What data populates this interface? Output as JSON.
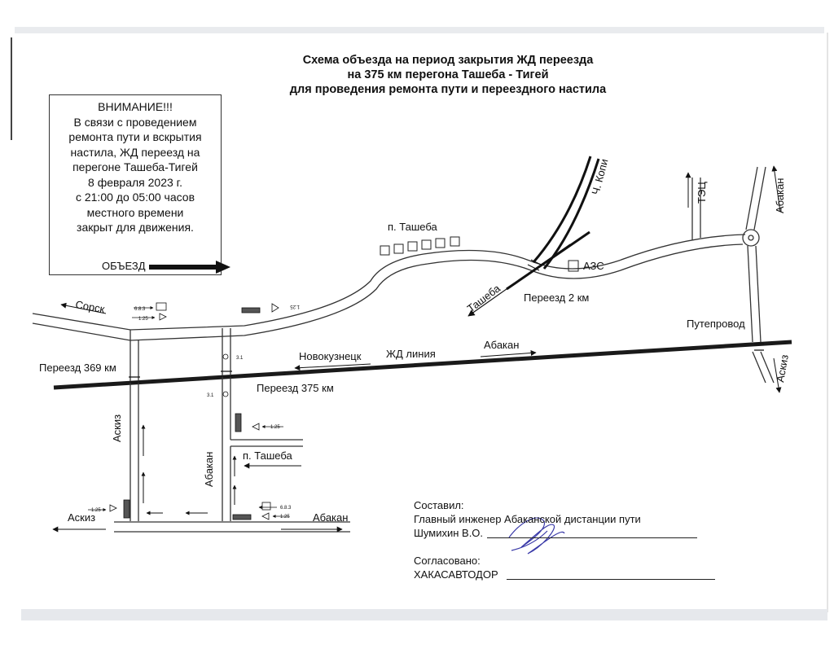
{
  "title": {
    "line1": "Схема объезда на период закрытия ЖД переезда",
    "line2": "на 375 км перегона Ташеба - Тигей",
    "line3": "для проведения ремонта пути и переездного настила"
  },
  "notice": {
    "lines": [
      "ВНИМАНИЕ!!!",
      "В связи с проведением",
      "ремонта пути и вскрытия",
      "настила, ЖД переезд на",
      "перегоне  Ташеба-Тигей",
      "8 февраля 2023 г.",
      "с 21:00 до 05:00 часов",
      "местного времени",
      "закрыт для движения."
    ],
    "bypass": "ОБЪЕЗД"
  },
  "map": {
    "labels": {
      "sorsk": "Сорск",
      "tasheba_village": "п. Ташеба",
      "ch_kopi": "Ч. Копи",
      "tets": "ТЭЦ",
      "abakan_ne": "Абакан",
      "azs": "АЗС",
      "tasheba_road": "Ташеба",
      "crossing_2km": "Переезд 2 км",
      "overpass": "Путепровод",
      "askiz_right": "Аскиз",
      "novokuznetsk": "Новокузнецк",
      "rail_line": "ЖД линия",
      "abakan_rail": "Абакан",
      "crossing_369": "Переезд 369 км",
      "crossing_375": "Переезд 375 км",
      "askiz_vertical": "Аскиз",
      "abakan_vertical": "Абакан",
      "tasheba_side": "п. Ташеба",
      "askiz_bottom": "Аскиз",
      "abakan_bottom": "Абакан"
    },
    "signs": {
      "sign_125": "1.25",
      "sign_31": "3.1",
      "sign_683": "6.8.3",
      "sign_68": "6.8.3"
    }
  },
  "signature": {
    "composed_label": "Составил:",
    "composed_role": "Главный инженер Абаканской дистанции пути",
    "composed_name": "Шумихин В.О.",
    "agreed_label": "Согласовано:",
    "agreed_org": "ХАКАСАВТОДОР"
  }
}
